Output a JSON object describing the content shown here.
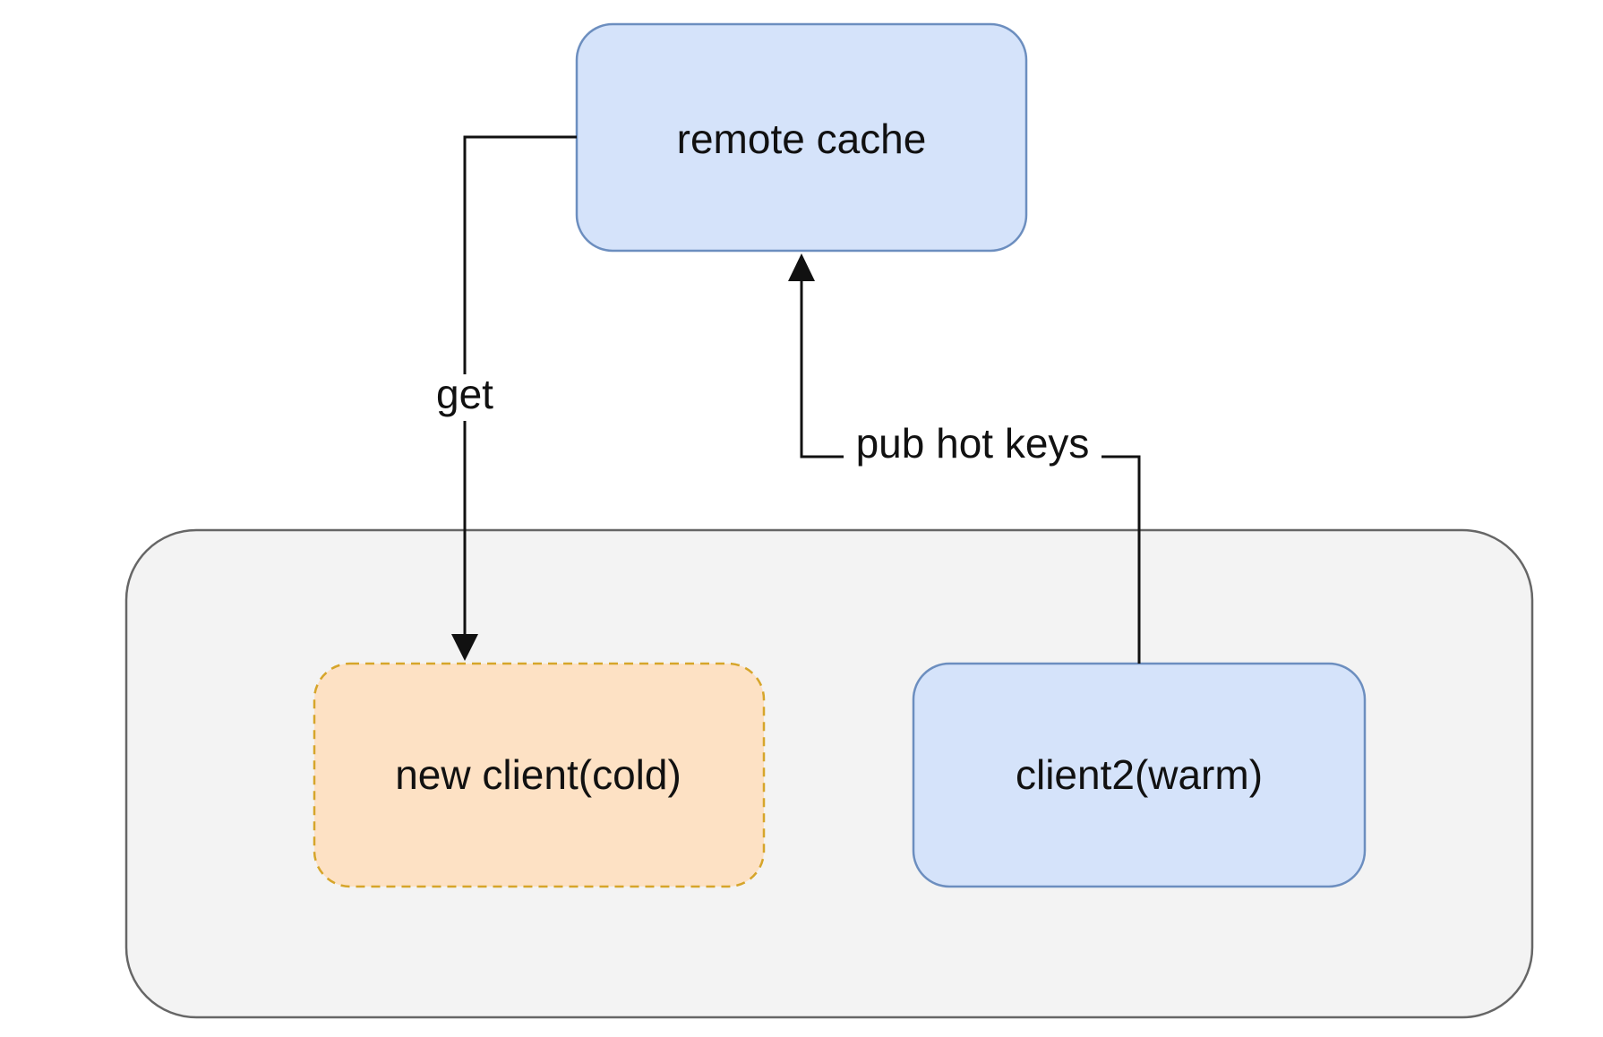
{
  "diagram": {
    "nodes": {
      "remote_cache": {
        "label": "remote cache",
        "fill": "#d5e3fa",
        "stroke": "#6c8ebf"
      },
      "new_client": {
        "label": "new client(cold)",
        "fill": "#fde1c4",
        "stroke": "#d6a52a"
      },
      "client2": {
        "label": "client2(warm)",
        "fill": "#d5e3fa",
        "stroke": "#6c8ebf"
      },
      "group": {
        "label": "",
        "fill": "#f3f3f3",
        "stroke": "#666666"
      }
    },
    "edges": {
      "get": {
        "label": "get",
        "from": "remote cache",
        "to": "new client(cold)"
      },
      "pub": {
        "label": "pub hot keys",
        "from": "client2(warm)",
        "to": "remote cache"
      }
    }
  }
}
